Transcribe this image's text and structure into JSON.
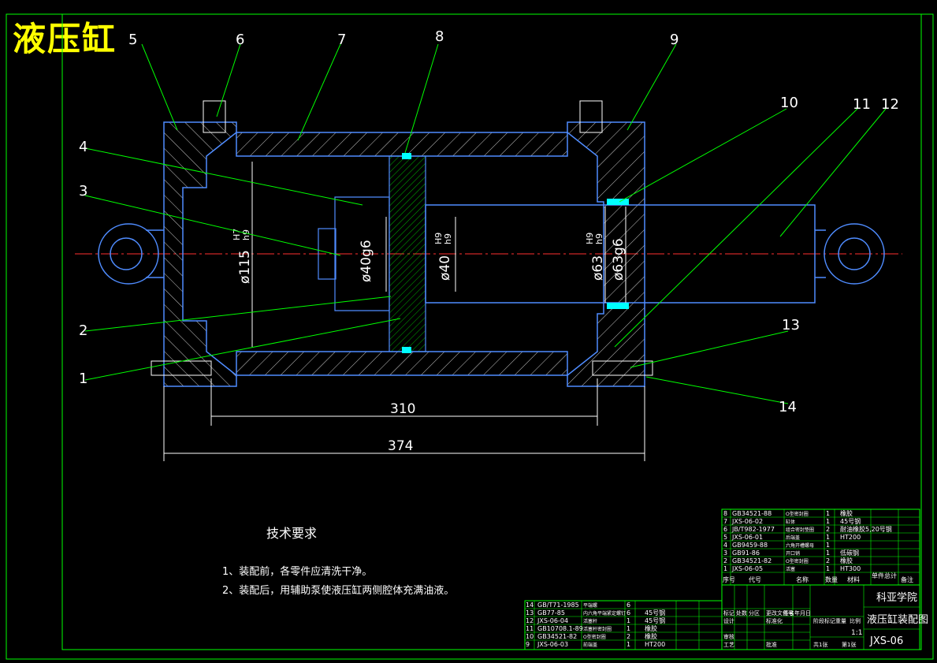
{
  "title": "液压缸",
  "balloons": [
    "1",
    "2",
    "3",
    "4",
    "5",
    "6",
    "7",
    "8",
    "9",
    "10",
    "11",
    "12",
    "13",
    "14"
  ],
  "dimensions": {
    "d1": "ø115H7/h9",
    "d1_main": "ø115",
    "d1_tol": "H7",
    "d1_tol2": "h9",
    "d2": "ø40g6",
    "d3": "ø40H9/h9",
    "d3_main": "ø40",
    "d3_tol": "H9",
    "d3_tol2": "h9",
    "d4": "ø63H9/h9",
    "d4_main": "ø63",
    "d4_tol": "H9",
    "d4_tol2": "h9",
    "d5": "ø63g6",
    "len1": "310",
    "len2": "374"
  },
  "tech": {
    "heading": "技术要求",
    "item1": "1、装配前，各零件应清洗干净。",
    "item2": "2、装配后，用辅助泵使液压缸两侧腔体充满油液。"
  },
  "bom_right": [
    {
      "no": "8",
      "code": "GB34521-88",
      "name": "O型密封圈",
      "qty": "1",
      "mat": "橡胶"
    },
    {
      "no": "7",
      "code": "JXS-06-02",
      "name": "缸体",
      "qty": "1",
      "mat": "45号钢"
    },
    {
      "no": "6",
      "code": "JB/T982-1977",
      "name": "组合密封垫圈",
      "qty": "2",
      "mat": "耐油橡胶5,20号钢"
    },
    {
      "no": "5",
      "code": "JXS-06-01",
      "name": "后端盖",
      "qty": "1",
      "mat": "HT200"
    },
    {
      "no": "4",
      "code": "GB9459-88",
      "name": "六角开槽螺母",
      "qty": "1",
      "mat": ""
    },
    {
      "no": "3",
      "code": "GB91-86",
      "name": "开口销",
      "qty": "1",
      "mat": "低碳钢"
    },
    {
      "no": "2",
      "code": "GB34521-82",
      "name": "O型密封圈",
      "qty": "2",
      "mat": "橡胶"
    },
    {
      "no": "1",
      "code": "JXS-06-05",
      "name": "活塞",
      "qty": "1",
      "mat": "HT300"
    }
  ],
  "bom_left": [
    {
      "no": "14",
      "code": "GB/T71-1985",
      "name": "平端螺",
      "qty": "6",
      "mat": ""
    },
    {
      "no": "13",
      "code": "GB77-85",
      "name": "内六角平端紧定螺钉",
      "qty": "6",
      "mat": "45号钢"
    },
    {
      "no": "12",
      "code": "JXS-06-04",
      "name": "活塞杆",
      "qty": "1",
      "mat": "45号钢"
    },
    {
      "no": "11",
      "code": "GB10708.1-89",
      "name": "活塞杆密封圈",
      "qty": "1",
      "mat": "橡胶"
    },
    {
      "no": "10",
      "code": "GB34521-82",
      "name": "O型密封圈",
      "qty": "2",
      "mat": "橡胶"
    },
    {
      "no": "9",
      "code": "JXS-06-03",
      "name": "前端盖",
      "qty": "1",
      "mat": "HT200"
    }
  ],
  "bom_header": {
    "no": "序号",
    "code": "代号",
    "name": "名称",
    "qty": "数量",
    "mat": "材料",
    "w1": "单件",
    "w2": "总计",
    "remark": "备注"
  },
  "titleblock": {
    "school": "科亚学院",
    "drawing": "液压缸装配图",
    "code": "JXS-06",
    "scale": "1:1",
    "r1": "标记",
    "r2": "处数",
    "r3": "分区",
    "r4": "更改文件号",
    "r5": "签名",
    "r6": "年月日",
    "r7": "设计",
    "r8": "标准化",
    "r9": "审核",
    "r10": "工艺",
    "r11": "批准",
    "r12": "阶段标记",
    "r13": "重量",
    "r14": "比例",
    "r15": "共1张",
    "r16": "第1张"
  }
}
